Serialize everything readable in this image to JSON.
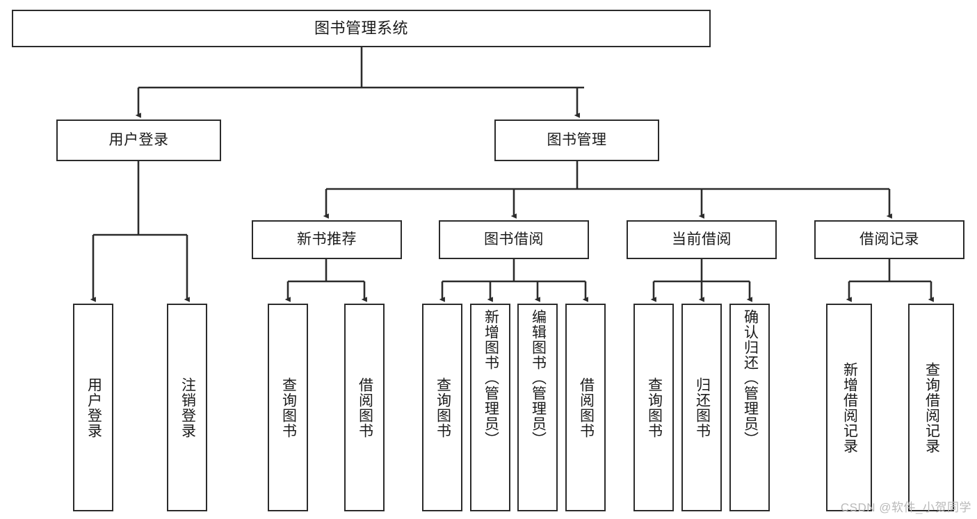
{
  "diagram": {
    "title": "图书管理系统",
    "style": {
      "line_color": "#2b2b2b",
      "box_fill": "#ffffff",
      "text_color": "#1a1a1a",
      "watermark_color": "#b9b9b9"
    },
    "root": {
      "label": "图书管理系统"
    },
    "level2": [
      {
        "label": "用户登录"
      },
      {
        "label": "图书管理"
      }
    ],
    "level3": [
      {
        "label": "新书推荐"
      },
      {
        "label": "图书借阅"
      },
      {
        "label": "当前借阅"
      },
      {
        "label": "借阅记录"
      }
    ],
    "leaves": {
      "user_login": [
        {
          "label": "用户登录"
        },
        {
          "label": "注销登录"
        }
      ],
      "new_book": [
        {
          "label": "查询图书"
        },
        {
          "label": "借阅图书"
        }
      ],
      "book_borrow": [
        {
          "label": "查询图书"
        },
        {
          "label": "新增图书（管理员）"
        },
        {
          "label": "编辑图书（管理员）"
        },
        {
          "label": "借阅图书"
        }
      ],
      "current_borrow": [
        {
          "label": "查询图书"
        },
        {
          "label": "归还图书"
        },
        {
          "label": "确认归还（管理员）"
        }
      ],
      "borrow_record": [
        {
          "label": "新增借阅记录"
        },
        {
          "label": "查询借阅记录"
        }
      ]
    }
  },
  "watermark": {
    "text": "CSDN @软件_小贺同学"
  }
}
